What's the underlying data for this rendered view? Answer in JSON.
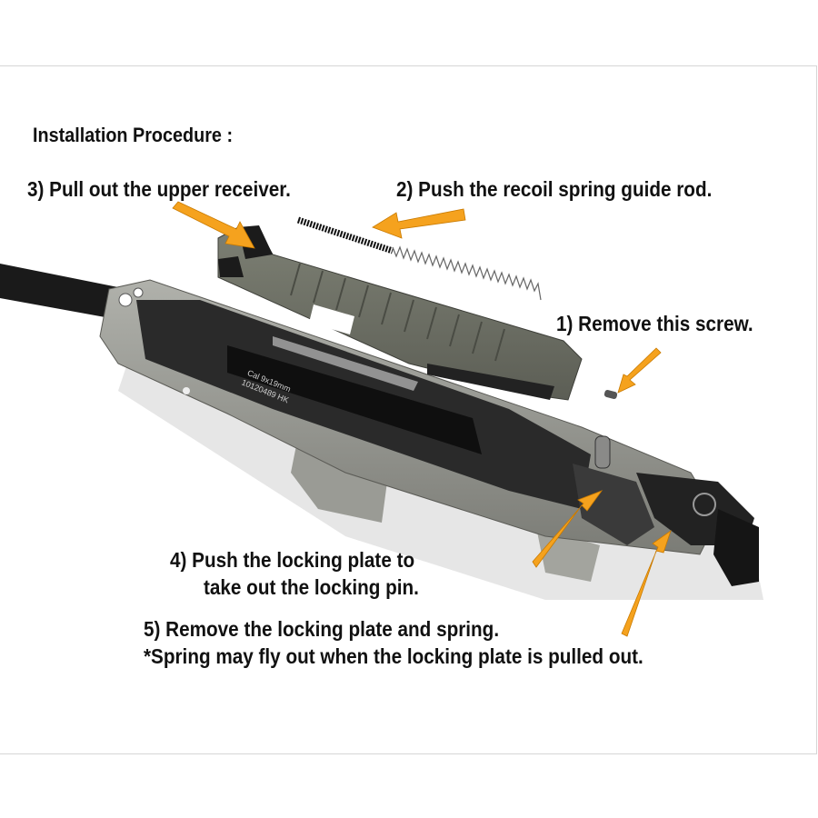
{
  "title": "Installation Procedure :",
  "steps": {
    "step1": "1) Remove this screw.",
    "step2": "2) Push the recoil spring guide rod.",
    "step3": "3) Pull out the upper receiver.",
    "step4_line1": "4) Push the locking plate to",
    "step4_line2": "take out the locking pin.",
    "step5": "5) Remove the locking plate and spring.",
    "note": "*Spring may fly out when the locking plate is pulled out."
  },
  "stamp": {
    "line1": "Cal 9x19mm",
    "line2": "10120489 HK"
  },
  "colors": {
    "arrow": "#f5a21e",
    "receiver": "#8e8f88",
    "upper": "#6f7166",
    "text": "#111111"
  }
}
